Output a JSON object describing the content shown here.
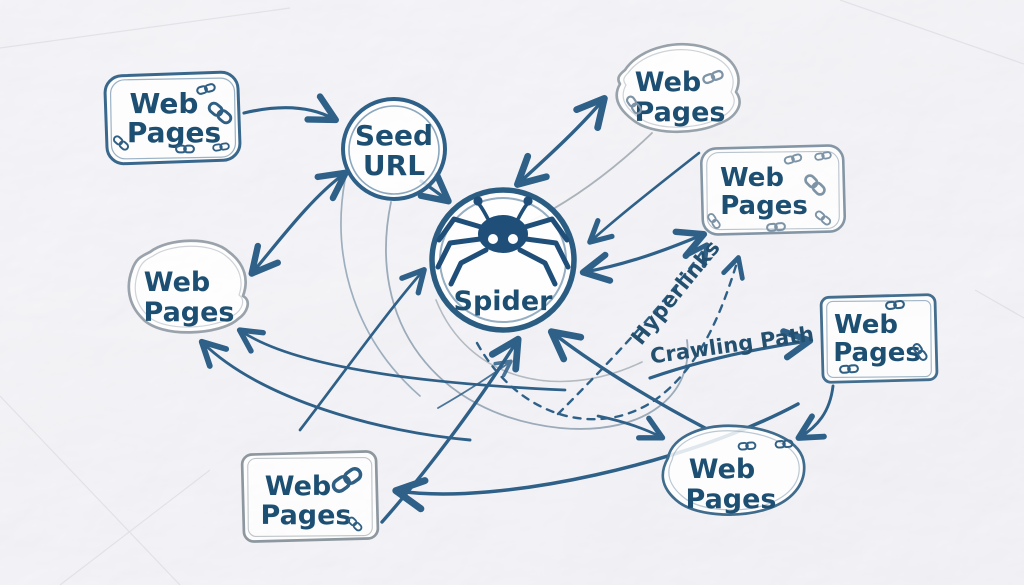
{
  "background": {
    "style": "crumpled-paper",
    "color": "#f3f3f5"
  },
  "colors": {
    "ink": "#2e6088",
    "text": "#1d4f72",
    "sketch_gray": "#98a2ab",
    "sketch_blue_gray": "#8496a5",
    "paper": "#f3f3f5"
  },
  "nodes": {
    "web_pages_top_left": {
      "shape": "rectangle",
      "line1": "Web",
      "line2": "Pages",
      "icons": [
        "link-icon",
        "link-icon",
        "link-icon",
        "link-icon",
        "link-icon"
      ]
    },
    "seed_url": {
      "shape": "circle",
      "line1": "Seed",
      "line2": "URL"
    },
    "spider": {
      "shape": "circle",
      "label": "Spider",
      "icon": "spider-icon"
    },
    "web_pages_top_right": {
      "shape": "blob",
      "line1": "Web",
      "line2": "Pages",
      "icons": [
        "link-icon",
        "link-icon"
      ]
    },
    "web_pages_right": {
      "shape": "rectangle",
      "line1": "Web",
      "line2": "Pages",
      "icons": [
        "link-icon",
        "link-icon",
        "link-icon",
        "link-icon",
        "link-icon",
        "link-icon"
      ]
    },
    "web_pages_far_right": {
      "shape": "rectangle",
      "line1": "Web",
      "line2": "Pages",
      "icons": [
        "link-icon",
        "link-icon",
        "link-icon"
      ]
    },
    "web_pages_bottom_right": {
      "shape": "blob",
      "line1": "Web",
      "line2": "Pages",
      "icons": [
        "link-icon",
        "link-icon"
      ]
    },
    "web_pages_left": {
      "shape": "blob",
      "line1": "Web",
      "line2": "Pages",
      "icons": []
    },
    "web_pages_bottom": {
      "shape": "rectangle",
      "line1": "Web",
      "line2": "Pages",
      "icons": [
        "link-icon",
        "link-icon"
      ]
    }
  },
  "edge_labels": {
    "hyperlinks": "Hyperlinks",
    "crawling_path": "Crawling Path"
  },
  "edges": [
    {
      "from": "web_pages_top_left",
      "to": "seed_url",
      "style": "solid",
      "direction": "one-way"
    },
    {
      "from": "seed_url",
      "to": "spider",
      "style": "solid",
      "direction": "one-way"
    },
    {
      "from": "spider",
      "to": "web_pages_top_right",
      "style": "solid",
      "direction": "two-way"
    },
    {
      "from": "seed_url",
      "to": "web_pages_left",
      "style": "solid",
      "direction": "two-way"
    },
    {
      "from": "spider",
      "to": "web_pages_right",
      "style": "solid",
      "direction": "two-way"
    },
    {
      "from": "web_pages_right",
      "to": "spider",
      "style": "solid",
      "direction": "one-way"
    },
    {
      "from": "crawl-tangle",
      "to": "spider",
      "style": "solid",
      "direction": "one-way"
    },
    {
      "from": "crawl-tangle",
      "to": "web_pages_left",
      "style": "solid",
      "direction": "one-way"
    },
    {
      "from": "crawl-tangle",
      "to": "web_pages_bottom",
      "style": "solid",
      "direction": "one-way"
    },
    {
      "from": "spider",
      "to": "web_pages_right",
      "style": "dashed",
      "direction": "one-way",
      "label": "Hyperlinks"
    },
    {
      "from": "crawl-tangle",
      "to": "web_pages_far_right",
      "style": "solid",
      "direction": "one-way",
      "label": "Crawling Path"
    },
    {
      "from": "web_pages_far_right",
      "to": "web_pages_bottom_right",
      "style": "solid",
      "direction": "one-way"
    },
    {
      "from": "crawl-tangle",
      "to": "web_pages_bottom_right",
      "style": "solid",
      "direction": "one-way"
    }
  ]
}
